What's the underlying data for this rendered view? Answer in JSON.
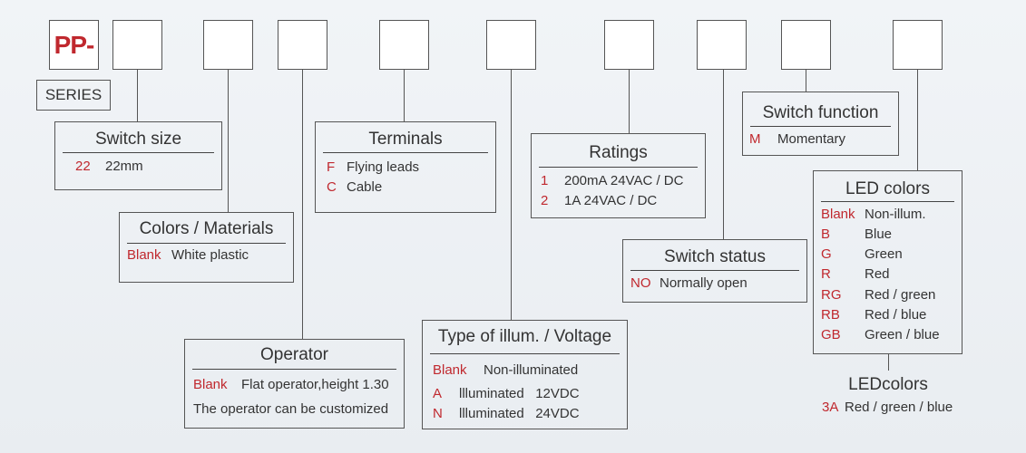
{
  "prefix": "PP-",
  "series_label": "SERIES",
  "switch_size": {
    "title": "Switch size",
    "items": [
      {
        "code": "22",
        "desc": "22mm"
      }
    ]
  },
  "colors_materials": {
    "title": "Colors / Materials",
    "items": [
      {
        "code": "Blank",
        "desc": "White plastic"
      }
    ]
  },
  "operator": {
    "title": "Operator",
    "items": [
      {
        "code": "Blank",
        "desc": "Flat operator,height 1.30"
      }
    ],
    "note": "The operator can be customized"
  },
  "terminals": {
    "title": "Terminals",
    "items": [
      {
        "code": "F",
        "desc": "Flying leads"
      },
      {
        "code": "C",
        "desc": "Cable"
      }
    ]
  },
  "illumination": {
    "title": "Type of illum.  / Voltage",
    "items": [
      {
        "code": "Blank",
        "desc": "Non-illuminated"
      },
      {
        "code": "A",
        "desc": "llluminated   12VDC"
      },
      {
        "code": "N",
        "desc": "llluminated   24VDC"
      }
    ]
  },
  "ratings": {
    "title": "Ratings",
    "items": [
      {
        "code": "1",
        "desc": "200mA 24VAC / DC"
      },
      {
        "code": "2",
        "desc": "1A 24VAC / DC"
      }
    ]
  },
  "switch_status": {
    "title": "Switch status",
    "items": [
      {
        "code": "NO",
        "desc": "Normally open"
      }
    ]
  },
  "switch_function": {
    "title": "Switch function",
    "items": [
      {
        "code": "M",
        "desc": "Momentary"
      }
    ]
  },
  "led_colors": {
    "title": "LED colors",
    "items": [
      {
        "code": "Blank",
        "desc": "Non-illum."
      },
      {
        "code": "B",
        "desc": "Blue"
      },
      {
        "code": "G",
        "desc": "Green"
      },
      {
        "code": "R",
        "desc": "Red"
      },
      {
        "code": "RG",
        "desc": "Red / green"
      },
      {
        "code": "RB",
        "desc": "Red / blue"
      },
      {
        "code": "GB",
        "desc": "Green / blue"
      }
    ]
  },
  "led_colors_extra": {
    "title": "LEDcolors",
    "code": "3A",
    "desc": "Red / green / blue"
  }
}
